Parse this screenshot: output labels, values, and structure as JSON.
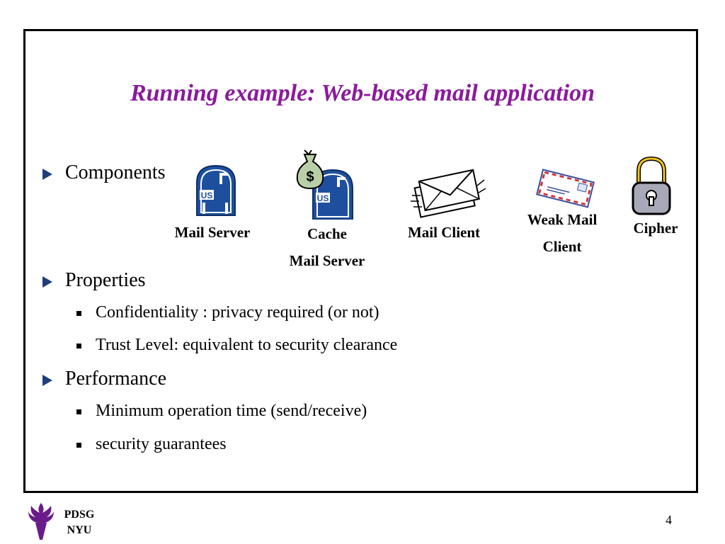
{
  "slide": {
    "title": "Running example: Web-based mail application",
    "page_number": "4"
  },
  "bullets": {
    "components": "Components",
    "properties": "Properties",
    "performance": "Performance"
  },
  "properties_items": [
    "Confidentiality : privacy required (or not)",
    "Trust Level: equivalent to security clearance"
  ],
  "performance_items": [
    "Minimum operation time (send/receive)",
    "security guarantees"
  ],
  "components": {
    "mail_server": "Mail Server",
    "cache_line1": "Cache",
    "cache_line2": "Mail Server",
    "mail_client": "Mail Client",
    "weak_line1": "Weak Mail",
    "weak_line2": "Client",
    "cipher": "Cipher",
    "mailbox_badge": "US",
    "money_bag_symbol": "$"
  },
  "footer": {
    "org_line1": "PDSG",
    "org_line2": "NYU"
  },
  "colors": {
    "title": "#8b1a9b",
    "bullet_arrow": "#1f3f7a",
    "mailbox_blue": "#1e4f9e",
    "torch_purple": "#6a1b8a"
  },
  "icons": [
    "mailbox-icon",
    "money-bag-icon",
    "envelopes-icon",
    "airmail-envelope-icon",
    "padlock-icon",
    "torch-logo-icon"
  ]
}
